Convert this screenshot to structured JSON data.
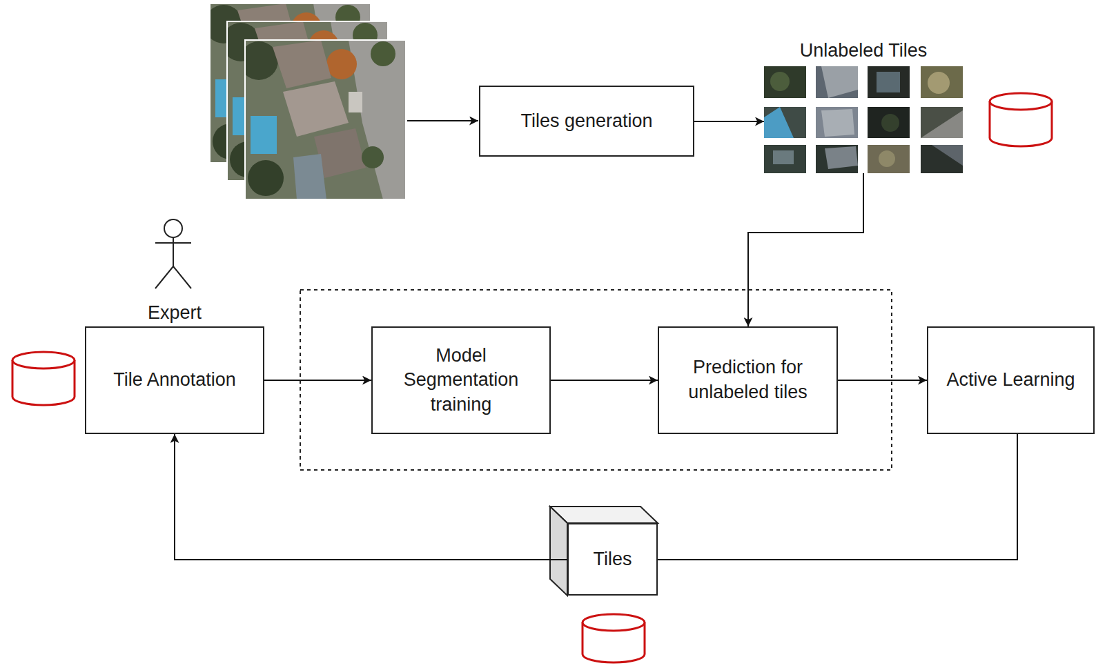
{
  "diagram": {
    "nodes": [
      {
        "text": [
          "Tiles generation"
        ]
      },
      {
        "text": [
          "Unlabeled Tiles"
        ]
      },
      {
        "text": [
          "Tile Annotation"
        ]
      },
      {
        "text": [
          "Model Segmentation training"
        ]
      },
      {
        "text": [
          "Prediction for unlabeled tiles"
        ]
      },
      {
        "text": [
          "Active Learning"
        ]
      },
      {
        "text": [
          "Tiles"
        ]
      }
    ],
    "edges": [
      {
        "from": 0,
        "to": 1,
        "arrow": "to"
      },
      {
        "from": 1,
        "to": 4,
        "arrow": "to"
      },
      {
        "from": 2,
        "to": 3,
        "arrow": "to"
      },
      {
        "from": 3,
        "to": 4,
        "arrow": "to"
      },
      {
        "from": 4,
        "to": 5,
        "arrow": "to"
      },
      {
        "from": 5,
        "to": 6,
        "arrow": "none"
      },
      {
        "from": 6,
        "to": 2,
        "arrow": "to"
      }
    ],
    "labels": [
      "Expert"
    ]
  }
}
